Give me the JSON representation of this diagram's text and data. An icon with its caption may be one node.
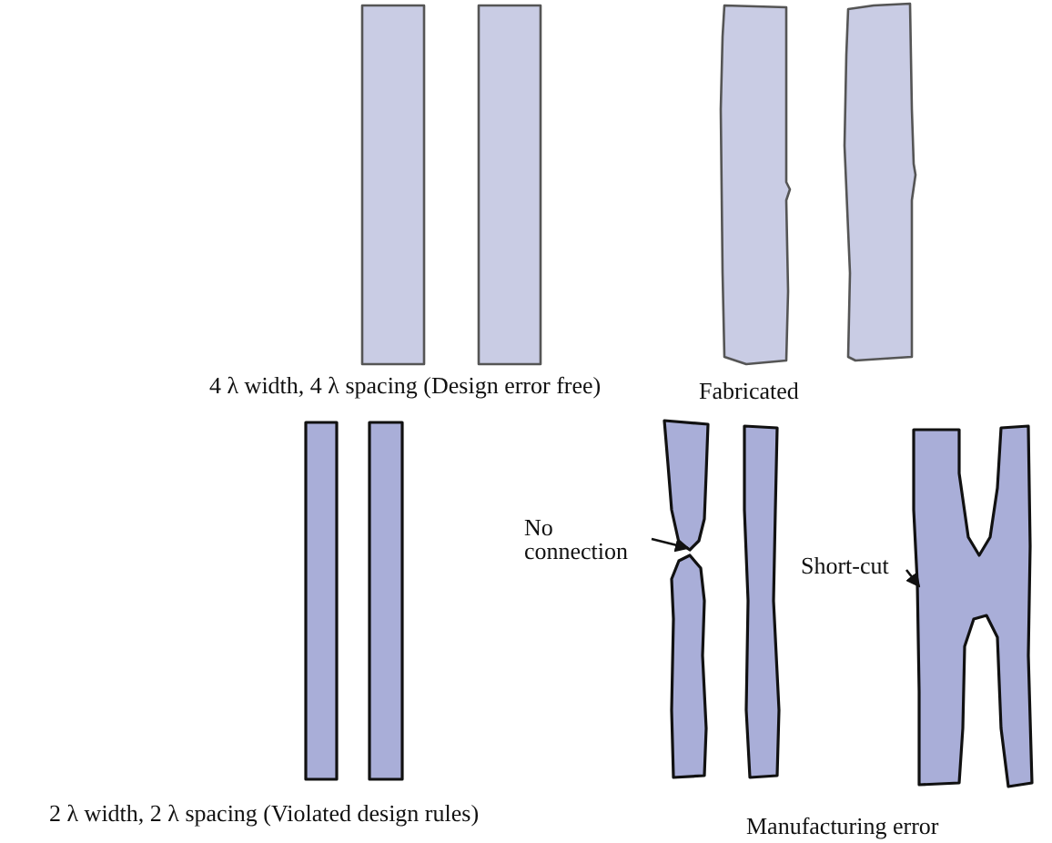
{
  "diagram": {
    "nodes": [
      {
        "text": [],
        "shape": "bar"
      },
      {
        "text": [],
        "shape": "bar"
      },
      {
        "text": [],
        "shape": "bar"
      },
      {
        "text": [],
        "shape": "bar"
      },
      {
        "text": [],
        "shape": "bar"
      },
      {
        "text": [],
        "shape": "bar"
      },
      {
        "text": [
          "No connection"
        ]
      },
      {
        "text": [],
        "shape": "bar"
      },
      {
        "text": [],
        "shape": "bar"
      },
      {
        "text": [],
        "shape": "bar"
      },
      {
        "text": [
          "Short-cut"
        ]
      },
      {
        "text": [],
        "shape": "bar"
      }
    ],
    "edges": [
      {
        "from": 6,
        "to": 7,
        "arrow": "to"
      },
      {
        "from": 10,
        "to": 11,
        "arrow": "to"
      }
    ],
    "labels": [
      "4 λ width, 4 λ spacing (Design error free)",
      "Fabricated",
      "2 λ width, 2 λ spacing (Violated design rules)",
      "Manufacturing error"
    ]
  }
}
